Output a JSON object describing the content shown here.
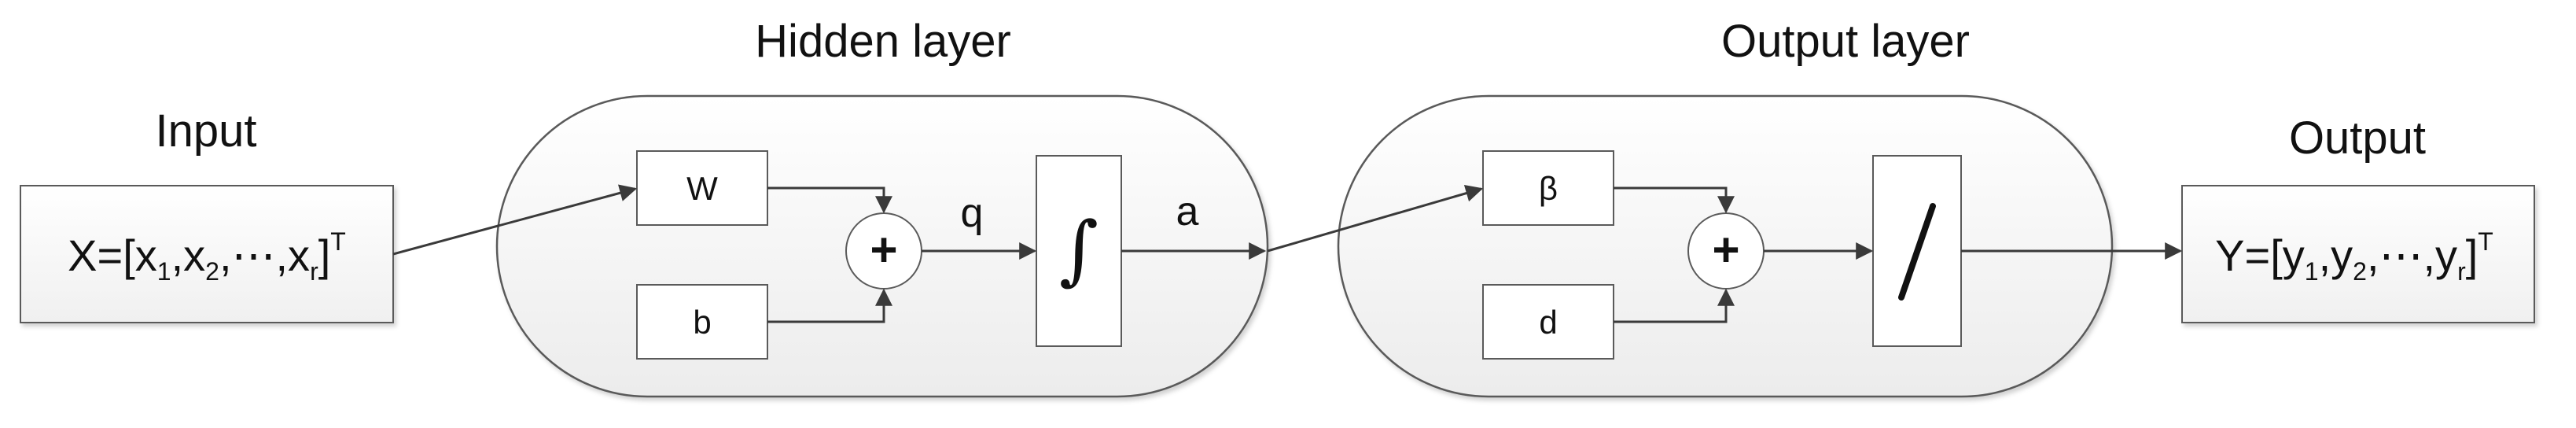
{
  "titles": {
    "input": "Input",
    "hidden": "Hidden layer",
    "output_layer": "Output layer",
    "output": "Output"
  },
  "input_vector": {
    "prefix": "X=[x",
    "s1": "1",
    "sep1": ",x",
    "s2": "2",
    "sep2": ",⋯,x",
    "s3": "r",
    "close": "]",
    "sup": "T"
  },
  "output_vector": {
    "prefix": "Y=[y",
    "s1": "1",
    "sep1": ",y",
    "s2": "2",
    "sep2": ",⋯,y",
    "s3": "r",
    "close": "]",
    "sup": "T"
  },
  "hidden": {
    "weight": "W",
    "bias": "b",
    "sum": "+",
    "net_label": "q",
    "activation": "∫",
    "out_label": "a"
  },
  "output_layer": {
    "weight": "β",
    "bias": "d",
    "sum": "+",
    "activation": "/"
  },
  "colors": {
    "stroke": "#3a3a3a",
    "panel": "#f2f2f2",
    "box": "#f7f7f7"
  }
}
